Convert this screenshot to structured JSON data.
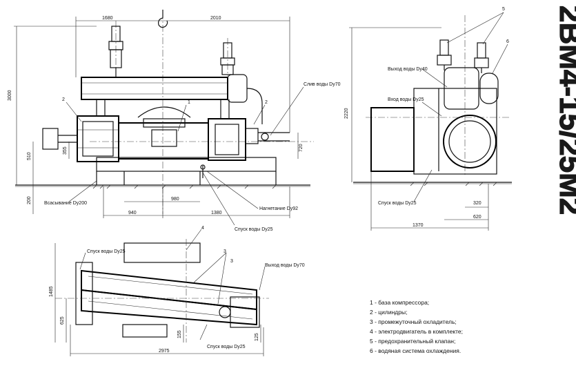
{
  "title": "2ВМ4-15/25М2",
  "legend": [
    "1 - база компрессора;",
    "2 - цилиндры;",
    "3 - промежуточный охладитель;",
    "4 - электродвигатель в комплекте;",
    "5 - предохранительный клапан;",
    "6 - водяная система охлаждения."
  ],
  "front_view": {
    "dims": {
      "d1680": "1680",
      "d2010": "2010",
      "d3000": "3000",
      "d355": "355",
      "d510": "510",
      "d200": "200",
      "d940": "940",
      "d980": "980",
      "d1380": "1380",
      "d720": "720"
    },
    "callouts": {
      "c1": "1",
      "c2a": "2",
      "c2b": "2"
    },
    "labels": {
      "drain_top": "Слив воды Dy70",
      "suction": "Всасывание Dy200",
      "discharge": "Нагнетание Dy92",
      "drain_bottom": "Спуск воды  Dy25"
    }
  },
  "side_view": {
    "dims": {
      "d2220": "2220",
      "d320": "320",
      "d620": "620",
      "d1370": "1370"
    },
    "callouts": {
      "c5": "5",
      "c6": "6"
    },
    "labels": {
      "water_out": "Выход воды Dy40",
      "water_in": "Вход воды Dy25",
      "drain": "Спуск воды Dy25"
    }
  },
  "plan_view": {
    "dims": {
      "d1485": "1485",
      "d625": "625",
      "d155": "155",
      "d125": "125",
      "d2975": "2975"
    },
    "callouts": {
      "c3a": "3",
      "c3b": "3",
      "c4": "4"
    },
    "labels": {
      "drain_top": "Спуск воды Dy25",
      "water_out": "Выход воды Dy70",
      "drain_bottom": "Спуск воды Dy25"
    }
  }
}
